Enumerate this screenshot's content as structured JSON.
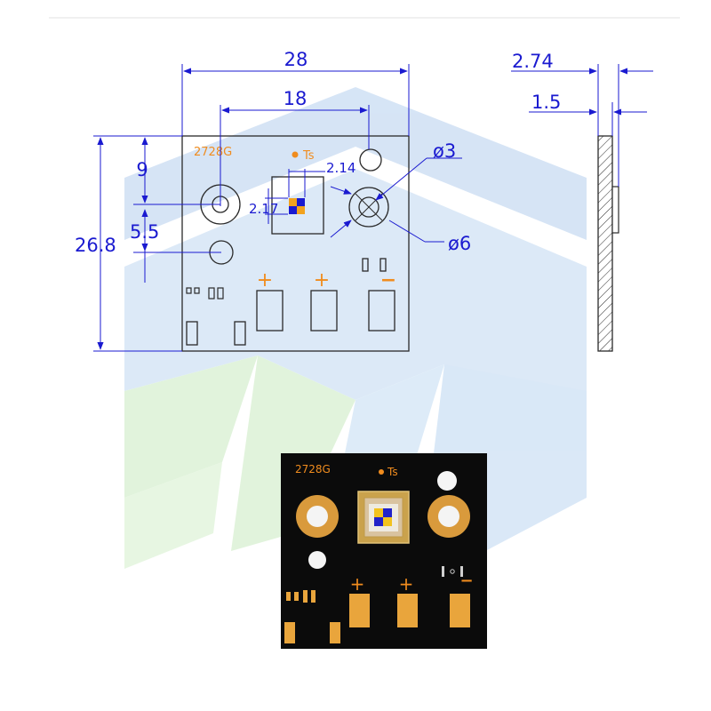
{
  "colors": {
    "dimension": "#1a1ad0",
    "outline": "#2a2a2a",
    "orange": "#f08c1e",
    "gold": "#d99a3c",
    "pcb": "#0b0b0b",
    "watermark_blue": "#cfe0f4",
    "watermark_green": "#dcf2d6"
  },
  "front_view": {
    "part_label": "2728G",
    "ts_label": "Ts",
    "plus_1": "+",
    "plus_2": "+",
    "minus": "−",
    "dimensions": {
      "width_total": "28",
      "hole_spacing": "18",
      "height_total": "26.8",
      "top_to_hole": "9",
      "hole_to_small_hole": "5.5",
      "chip_width": "2.14",
      "chip_height": "2.17",
      "hole_diameter_inner": "ø3",
      "hole_diameter_outer": "ø6"
    }
  },
  "side_view": {
    "dimensions": {
      "thickness_total": "2.74",
      "board_thickness": "1.5"
    }
  },
  "photo": {
    "part_label": "2728G",
    "ts_label": "Ts",
    "plus_1": "+",
    "plus_2": "+",
    "minus": "−"
  }
}
